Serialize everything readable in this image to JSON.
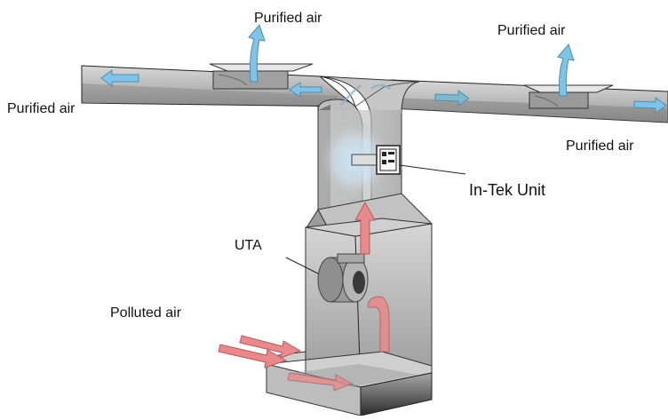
{
  "labels": {
    "purified_top_left": "Purified air",
    "purified_top_right": "Purified air",
    "purified_left": "Purified air",
    "purified_right": "Purified air",
    "intek_unit": "In-Tek Unit",
    "uta": "UTA",
    "polluted_air": "Polluted air"
  },
  "colors": {
    "duct_fill": "#b4b4b4",
    "duct_dark": "#3a3a3a",
    "clean_air_arrow": "#7fc3e6",
    "polluted_air_arrow": "#e8898c",
    "unit_glow": "#bfe4ff"
  },
  "icons": {
    "clean_arrow": "blue-air-arrow",
    "dirty_arrow": "red-air-arrow",
    "fan": "blower-fan",
    "unit": "intek-filter-unit"
  }
}
